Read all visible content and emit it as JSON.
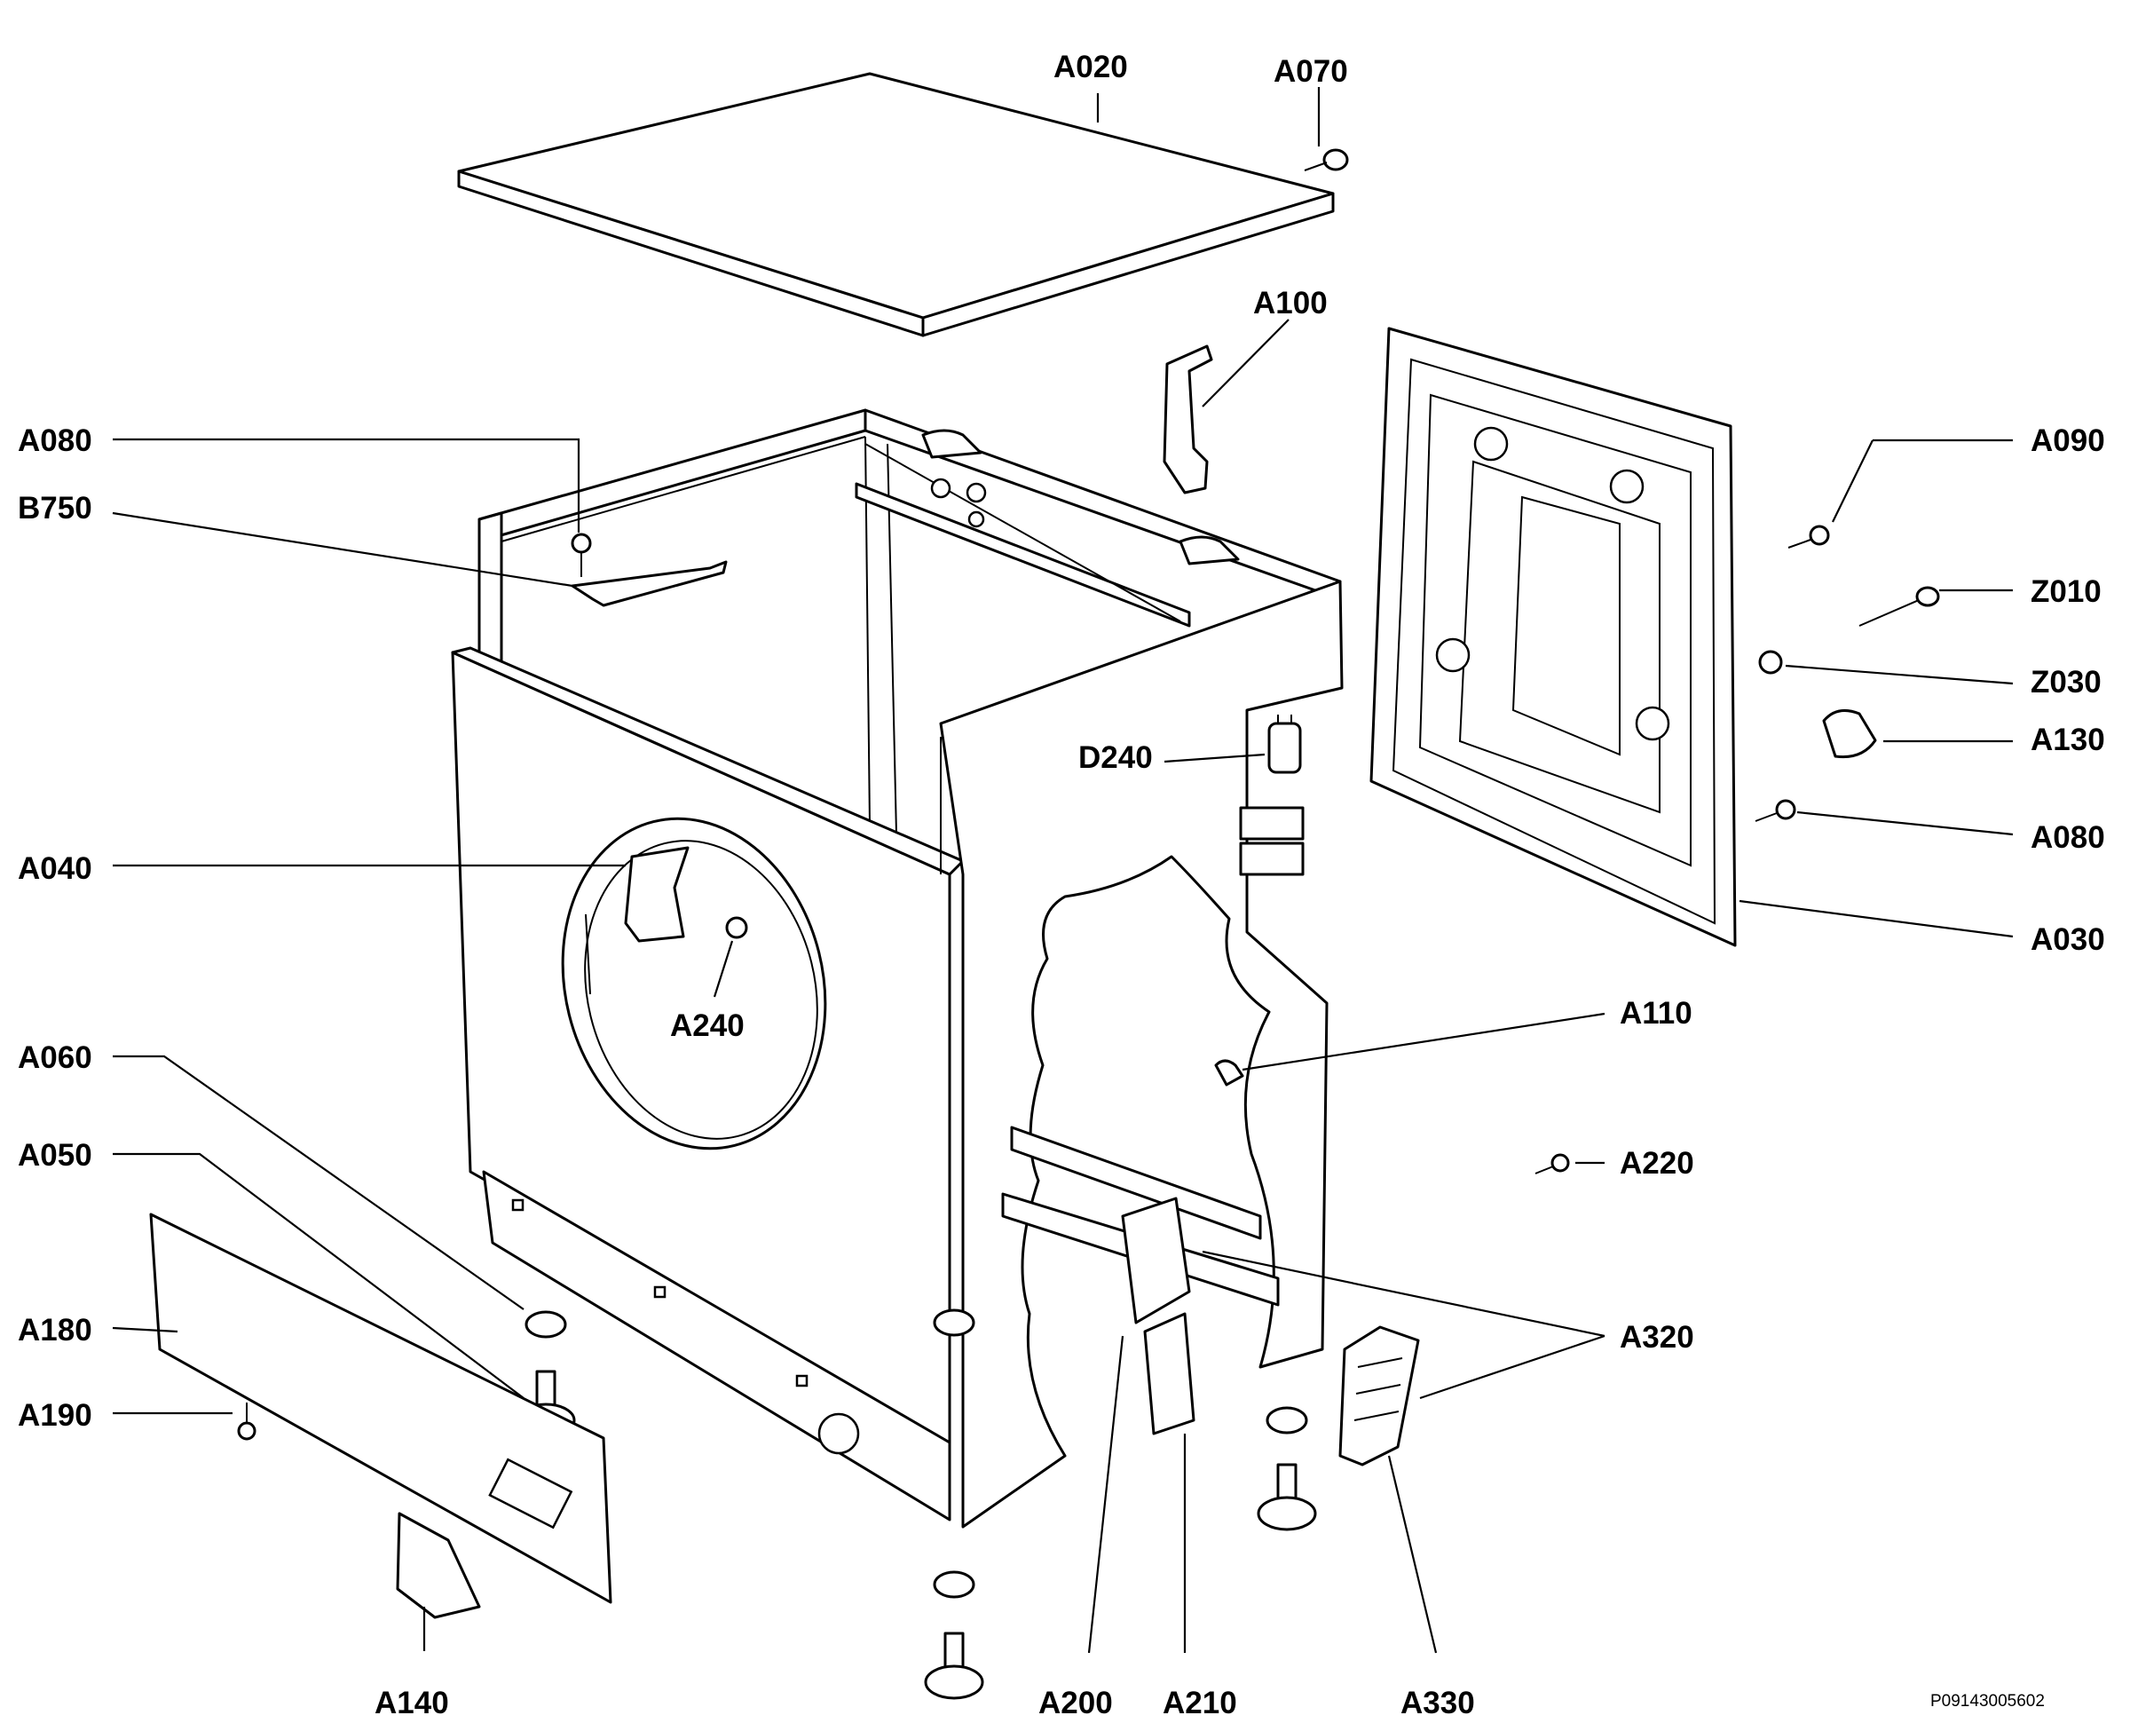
{
  "diagram": {
    "labels": {
      "A020": "A020",
      "A070": "A070",
      "A100": "A100",
      "A080_left": "A080",
      "B750": "B750",
      "A090": "A090",
      "Z010": "Z010",
      "Z030": "Z030",
      "A130": "A130",
      "A080_right": "A080",
      "A030": "A030",
      "D240": "D240",
      "A040": "A040",
      "A240": "A240",
      "A110": "A110",
      "A060": "A060",
      "A050": "A050",
      "A220": "A220",
      "A180": "A180",
      "A320": "A320",
      "A190": "A190",
      "A140": "A140",
      "A200": "A200",
      "A210": "A210",
      "A330": "A330"
    },
    "drawing_code": "P09143005602"
  }
}
